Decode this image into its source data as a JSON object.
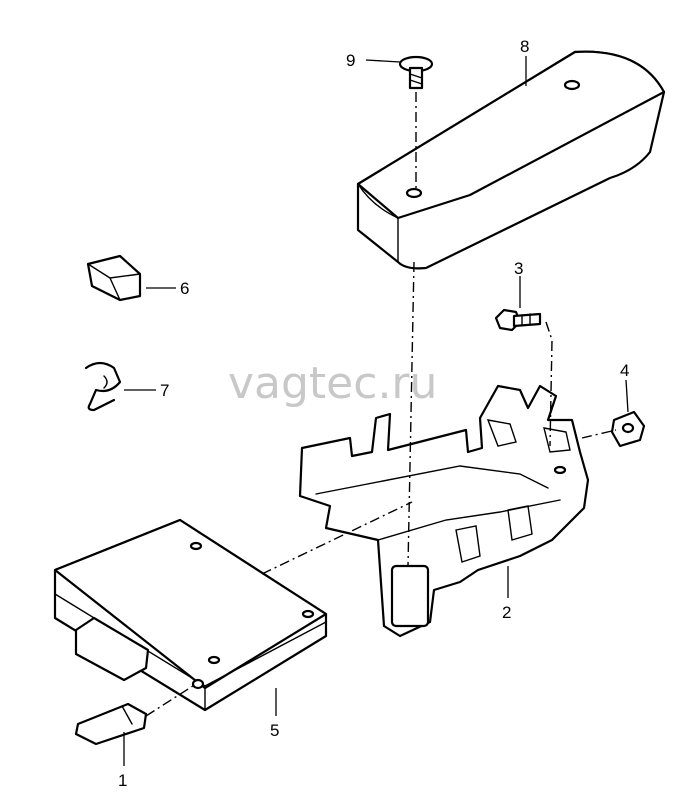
{
  "watermark": "vagtec.ru",
  "callouts": {
    "c1": "1",
    "c2": "2",
    "c3": "3",
    "c4": "4",
    "c5": "5",
    "c6": "6",
    "c7": "7",
    "c8": "8",
    "c9": "9"
  },
  "colors": {
    "line": "#000000",
    "watermark": "#c8c8c8",
    "background": "#ffffff"
  }
}
